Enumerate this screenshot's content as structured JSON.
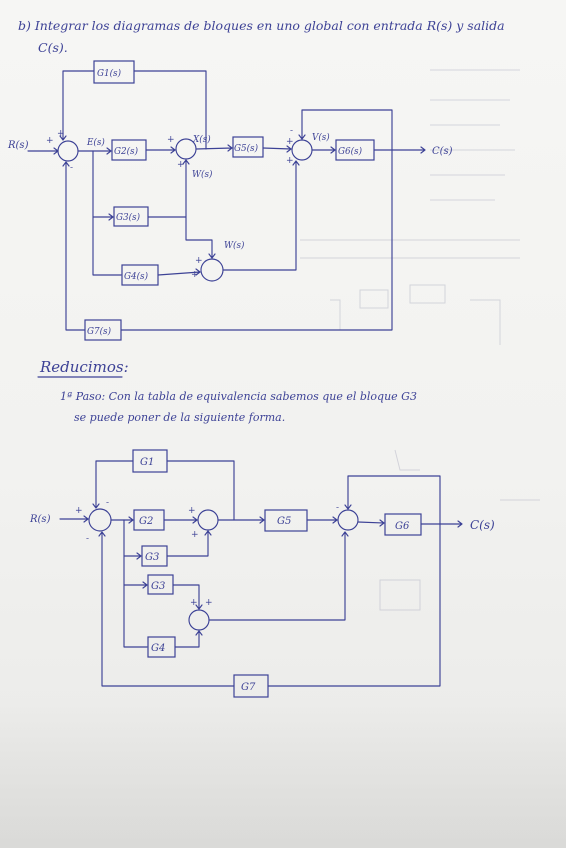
{
  "title": {
    "line1": "b) Integrar los diagramas de bloques en uno global con entrada R(s) y salida",
    "line2": "C(s)."
  },
  "diagram1": {
    "input": "R(s)",
    "output": "C(s)",
    "signals": {
      "E": "E(s)",
      "X": "X(s)",
      "W_upper": "W(s)",
      "W_lower": "W(s)",
      "V": "V(s)"
    },
    "blocks": {
      "g1": "G1(s)",
      "g2": "G2(s)",
      "g3": "G3(s)",
      "g4": "G4(s)",
      "g5": "G5(s)",
      "g6": "G6(s)",
      "g7": "G7(s)"
    }
  },
  "section": {
    "heading": "Reducimos:",
    "step_line1": "1ª Paso: Con la tabla de equivalencia sabemos que el bloque G3",
    "step_line2": "se puede poner de la siguiente forma."
  },
  "diagram2": {
    "input": "R(s)",
    "output": "C(s)",
    "blocks": {
      "g1": "G1",
      "g2": "G2",
      "g3a": "G3",
      "g3b": "G3",
      "g4": "G4",
      "g5": "G5",
      "g6": "G6",
      "g7": "G7"
    }
  }
}
